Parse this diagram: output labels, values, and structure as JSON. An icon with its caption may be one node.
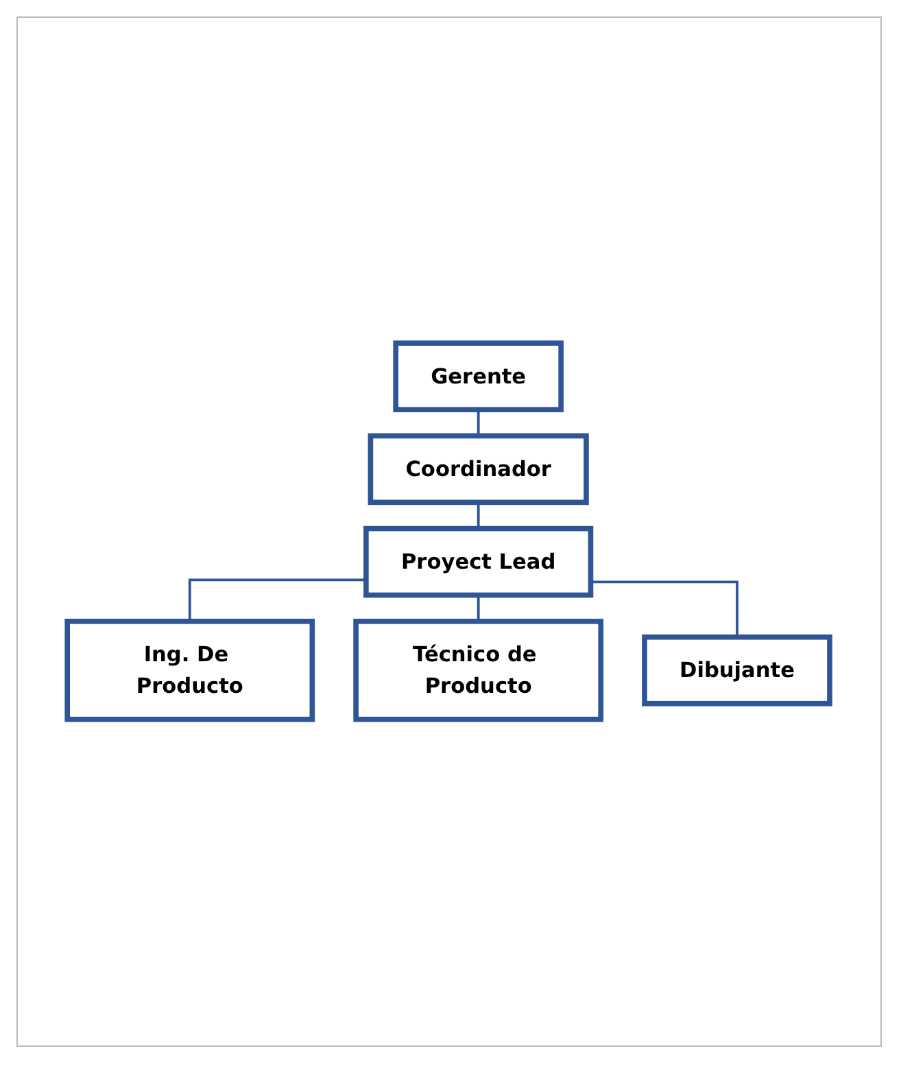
{
  "diagram": {
    "nodes": [
      {
        "text": [
          "Gerente"
        ]
      },
      {
        "text": [
          "Coordinador"
        ]
      },
      {
        "text": [
          "Proyect Lead"
        ]
      },
      {
        "text": [
          "Ing. De Producto"
        ]
      },
      {
        "text": [
          "Técnico de Producto"
        ]
      },
      {
        "text": [
          "Dibujante"
        ]
      }
    ],
    "edges": [
      {
        "from": 0,
        "to": 1,
        "arrow": "none"
      },
      {
        "from": 1,
        "to": 2,
        "arrow": "none"
      },
      {
        "from": 2,
        "to": 3,
        "arrow": "none"
      },
      {
        "from": 2,
        "to": 4,
        "arrow": "none"
      },
      {
        "from": 2,
        "to": 5,
        "arrow": "none"
      }
    ]
  }
}
